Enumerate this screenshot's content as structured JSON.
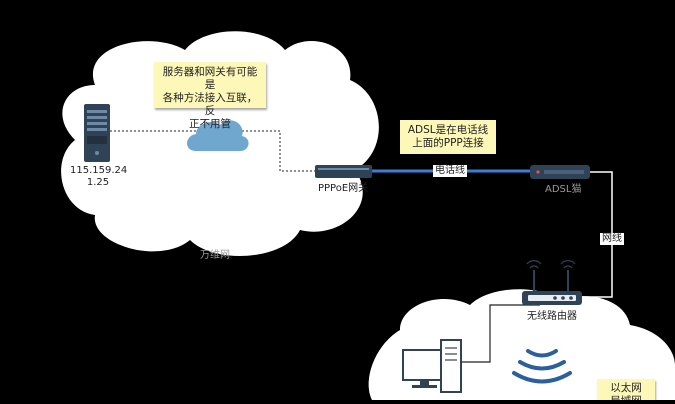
{
  "notes": {
    "server_note": "服务器和网关有可能是\n各种方法接入互联，反\n正不用管",
    "adsl_note": "ADSL是在电话线\n上面的PPP连接",
    "ethernet_note": "以太网\n局域网"
  },
  "labels": {
    "server_ip": "115.159.24\n1.25",
    "pppoe_gateway": "PPPoE网关",
    "adsl_modem": "ADSL猫",
    "wireless_router": "无线路由器",
    "wan_cloud": "万维网",
    "phone_line": "电话线",
    "network_cable": "网线"
  },
  "colors": {
    "background": "#000000",
    "cloud": "#ffffff",
    "note_bg": "#fdf7b8",
    "phone_line": "#3b7fd4",
    "server": "#2f4256",
    "internet_cloud_icon": "#6fa7cf",
    "wifi": "#2b5f9e"
  }
}
